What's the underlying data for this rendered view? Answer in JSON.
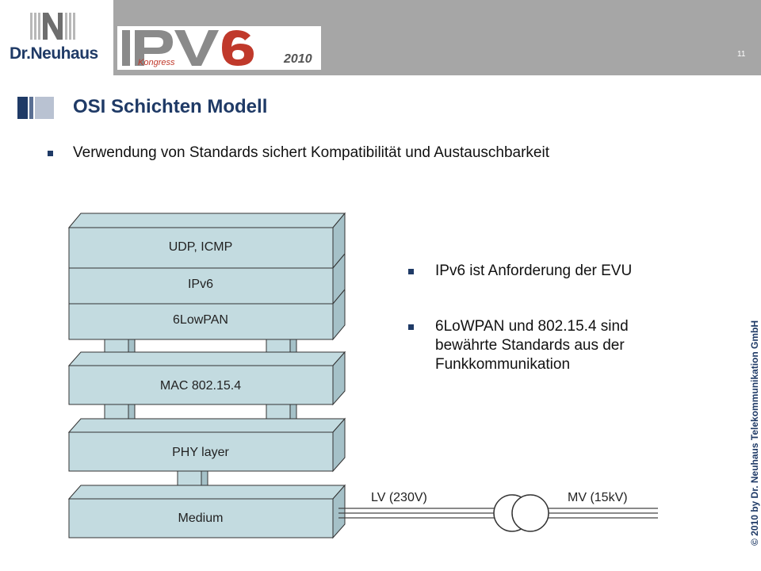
{
  "header": {
    "logo_text": "Dr.Neuhaus",
    "event_logo_year": "2010",
    "event_logo_small": "Kongress",
    "page_number": "11"
  },
  "title": "OSI Schichten Modell",
  "bullets": [
    "Verwendung von Standards sichert Kompatibilität und  Austauschbarkeit",
    "IPv6 ist Anforderung der EVU",
    "6LoWPAN und 802.15.4 sind bewährte Standards aus der Funkkommunikation"
  ],
  "layers": {
    "udp": "UDP, ICMP",
    "ipv6": "IPv6",
    "lowpan": "6LowPAN",
    "mac": "MAC 802.15.4",
    "phy": "PHY layer",
    "medium": "Medium"
  },
  "lines": {
    "lv": "LV (230V)",
    "mv": "MV (15kV)"
  },
  "copyright": "© 2010  by Dr. Neuhaus Telekommunikation GmbH",
  "colors": {
    "layer_fill": "#c3dbe0",
    "layer_side": "#a5c1c8",
    "accent": "#1f3a66",
    "header_gray": "#a6a6a6"
  }
}
